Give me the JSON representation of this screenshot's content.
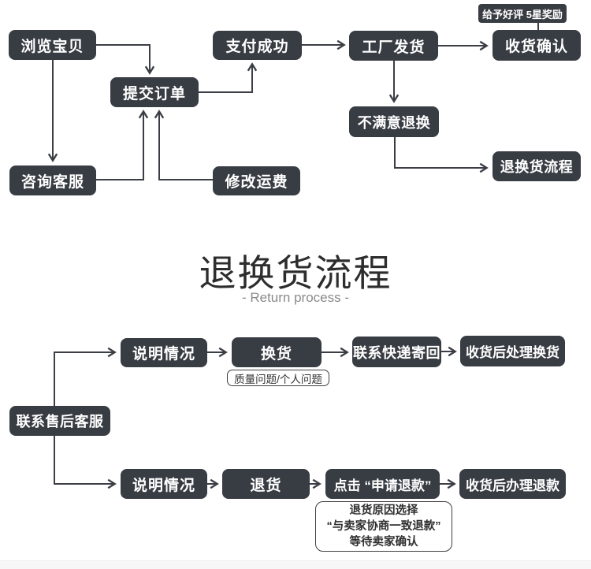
{
  "colors": {
    "node_background": "#383c43",
    "node_text": "#ffffff",
    "connector_line": "#3b3e45",
    "title_text": "#2d2d2d",
    "subtitle_text": "#8a8a8a",
    "note_border": "#3f3f3f",
    "footer_strip": "#f7f7f7"
  },
  "order_flow": {
    "nodes": {
      "browse": "浏览宝贝",
      "submit": "提交订单",
      "pay": "支付成功",
      "factory": "工厂发货",
      "confirm": "收货确认",
      "consult": "咨询客服",
      "postage": "修改运费",
      "unsatisfied": "不满意退换",
      "return_flow": "退换货流程"
    },
    "reward_badge": "给予好评 5星奖励"
  },
  "section_title": {
    "title": "退换货流程",
    "subtitle": "- Return process -"
  },
  "return_flow": {
    "nodes": {
      "contact": "联系售后客服",
      "explain_top": "说明情况",
      "exchange": "换货",
      "courier": "联系快递寄回",
      "handle_exchange": "收货后处理换货",
      "explain_bottom": "说明情况",
      "return_goods": "退货",
      "click_refund": "点击 “申请退款”",
      "handle_refund": "收货后办理退款"
    },
    "exchange_reason_label": "质量问题/个人问题",
    "refund_note_lines": {
      "0": "退货原因选择",
      "1": "“与卖家协商一致退款”",
      "2": "等待卖家确认"
    }
  }
}
